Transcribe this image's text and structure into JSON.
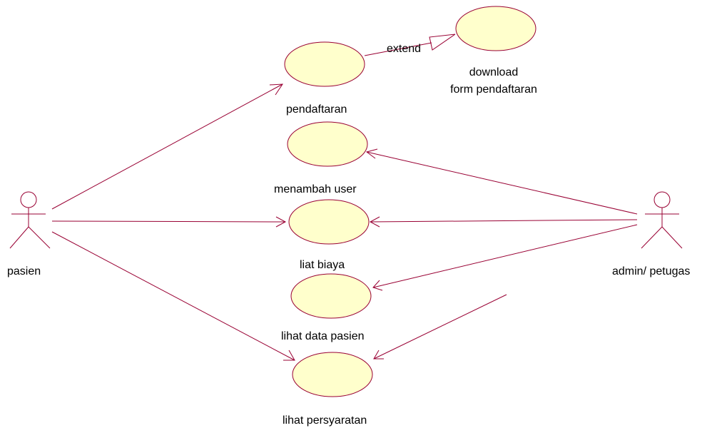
{
  "diagram": {
    "actors": {
      "pasien": "pasien",
      "admin": "admin/ petugas"
    },
    "use_cases": {
      "pendaftaran": "pendaftaran",
      "download_line1": "download",
      "download_line2": "form pendaftaran",
      "menambah_user": "menambah user",
      "liat_biaya": "liat biaya",
      "lihat_data_pasien": "lihat data pasien",
      "lihat_persyaratan": "lihat persyaratan"
    },
    "relations": {
      "extend": "extend"
    },
    "colors": {
      "line": "#990033",
      "use_case_fill": "#ffffcc"
    }
  }
}
